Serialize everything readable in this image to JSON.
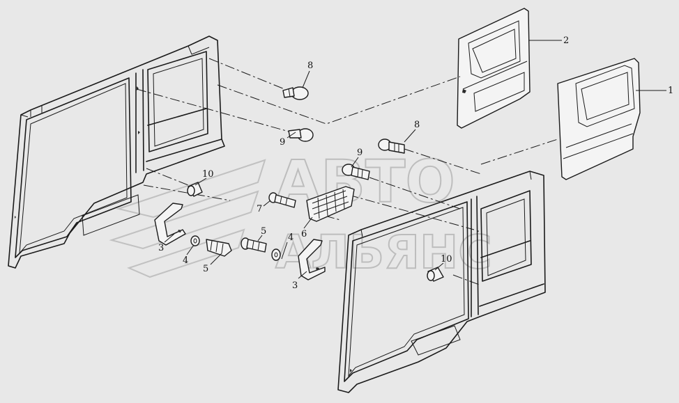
{
  "watermark": {
    "line1": "АВТО",
    "line2": "АЛЬЯНС"
  },
  "callouts": {
    "c1": "1",
    "c2": "2",
    "c3a": "3",
    "c3b": "3",
    "c4a": "4",
    "c4b": "4",
    "c5a": "5",
    "c5b": "5",
    "c6": "6",
    "c7": "7",
    "c8a": "8",
    "c8b": "8",
    "c9a": "9",
    "c9b": "9",
    "c10a": "10",
    "c10b": "10"
  },
  "colors": {
    "background": "#e8e8e8",
    "line": "#1a1a1a",
    "watermark": "#9a9a9a"
  }
}
